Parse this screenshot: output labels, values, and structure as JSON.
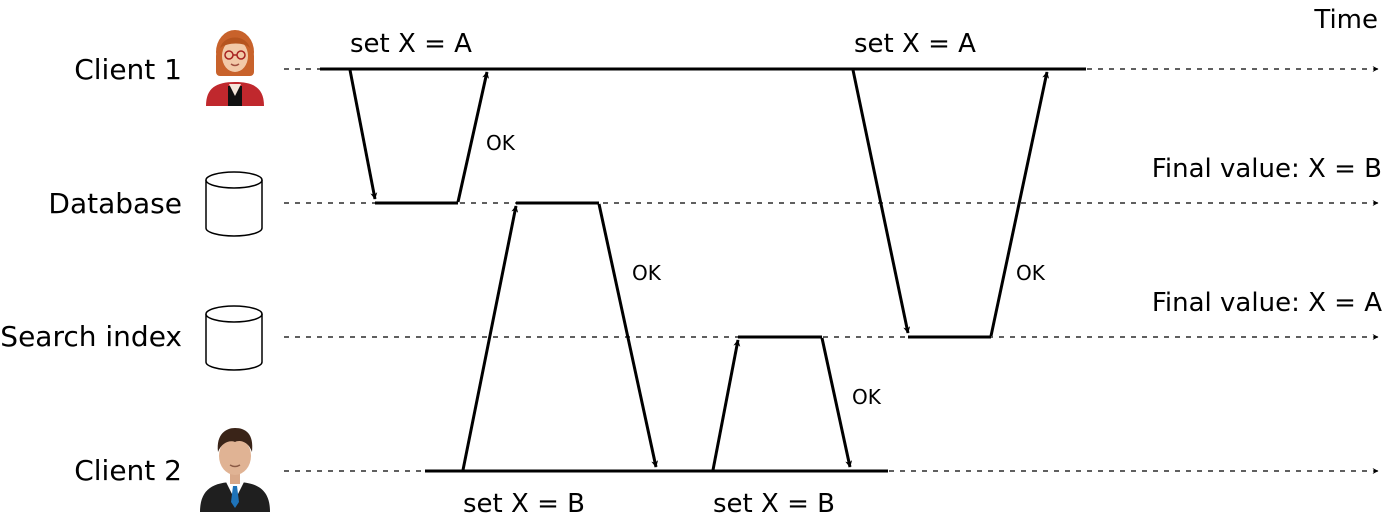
{
  "time_label": "Time",
  "lanes": [
    {
      "id": "client1",
      "label": "Client 1",
      "icon": "woman-avatar-icon"
    },
    {
      "id": "database",
      "label": "Database",
      "icon": "cylinder-database-icon"
    },
    {
      "id": "search",
      "label": "Search index",
      "icon": "cylinder-database-icon"
    },
    {
      "id": "client2",
      "label": "Client 2",
      "icon": "man-avatar-icon"
    }
  ],
  "final_values": {
    "database": "Final value: X = B",
    "search": "Final value: X = A"
  },
  "requests": {
    "c1_first": "set X = A",
    "c1_second": "set X = A",
    "c2_first": "set X = B",
    "c2_second": "set X = B"
  },
  "acks": {
    "db_to_c1": "OK",
    "db_to_c2": "OK",
    "search_to_c2": "OK",
    "search_to_c1": "OK"
  },
  "colors": {
    "line": "#000000",
    "woman_jacket": "#c0282d",
    "woman_hair": "#c8622b",
    "man_suit": "#1f1f1f",
    "man_tie": "#1e73b9"
  }
}
